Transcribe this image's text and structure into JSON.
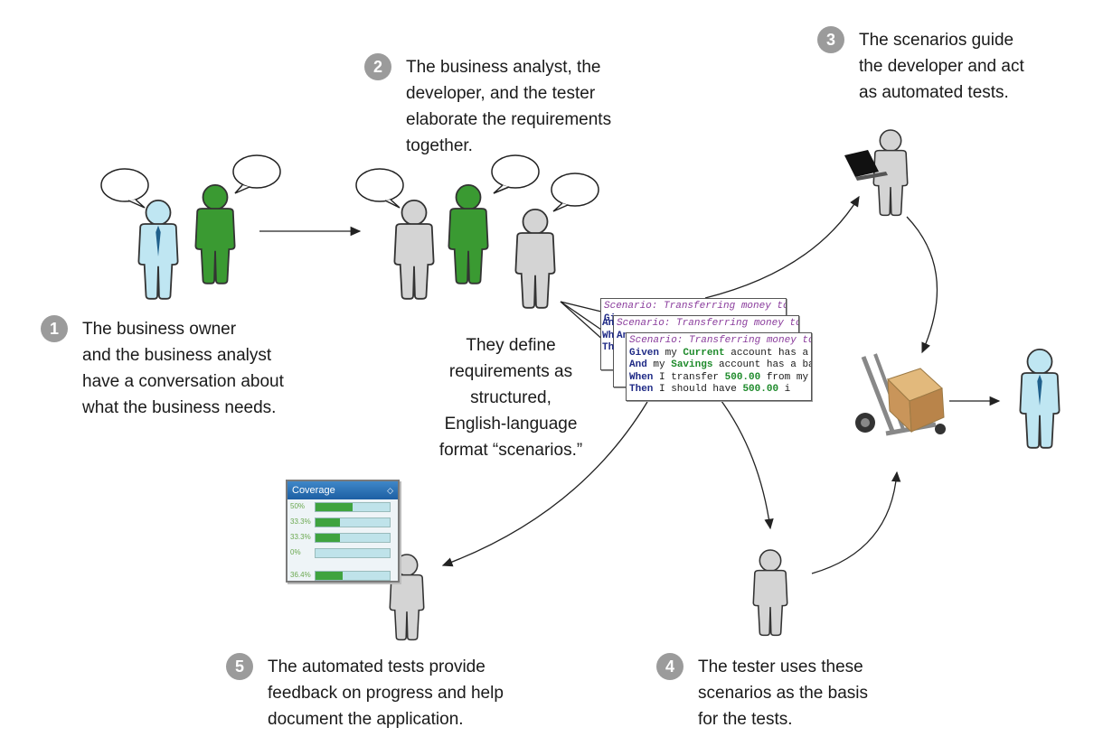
{
  "steps": [
    {
      "num": "1",
      "lines": [
        "The business owner",
        "and the business analyst",
        "have a conversation about",
        "what the business needs."
      ]
    },
    {
      "num": "2",
      "lines": [
        "The business analyst, the",
        "developer, and the tester",
        "elaborate the requirements",
        "together."
      ]
    },
    {
      "num": "3",
      "lines": [
        "The scenarios guide",
        "the developer and act",
        "as automated tests."
      ]
    },
    {
      "num": "4",
      "lines": [
        "The tester uses these",
        "scenarios as the basis",
        "for the tests."
      ]
    },
    {
      "num": "5",
      "lines": [
        "The automated tests provide",
        "feedback on progress and help",
        "document the application."
      ]
    }
  ],
  "center_text": [
    "They define",
    "requirements as",
    "structured,",
    "English-language",
    "format “scenarios.”"
  ],
  "scenario": {
    "title": "Scenario: Transferring money to",
    "back_fragments": [
      "Gi",
      "An",
      "Wh",
      "Th"
    ],
    "lines": [
      {
        "kw": "Given",
        "pre": " my ",
        "hl": "Current",
        "post": " account has a "
      },
      {
        "kw": "And",
        "pre": " my ",
        "hl": "Savings",
        "post": " account has a ba"
      },
      {
        "kw": "When",
        "pre": " I transfer ",
        "hl": "500.00",
        "post": " from my "
      },
      {
        "kw": "Then",
        "pre": " I should have ",
        "hl": "500.00",
        "post": " i"
      }
    ]
  },
  "coverage": {
    "title": "Coverage",
    "rows": [
      {
        "label": "50%",
        "value": 0.5
      },
      {
        "label": "33.3%",
        "value": 0.333
      },
      {
        "label": "33.3%",
        "value": 0.333
      },
      {
        "label": "0%",
        "value": 0
      },
      {
        "label": "36.4%",
        "value": 0.364
      }
    ]
  },
  "colors": {
    "badge": "#9b9b9b",
    "green_person": "#3a9a32",
    "blue_person": "#bfe6f2",
    "gray_person": "#cfcfcf"
  }
}
